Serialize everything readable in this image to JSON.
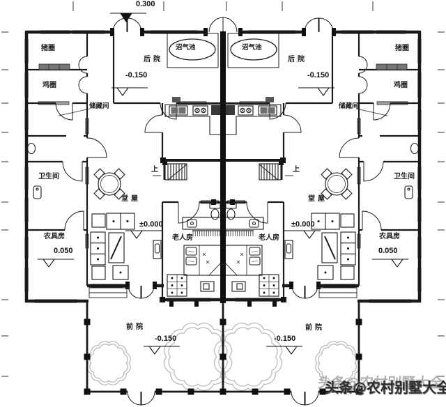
{
  "labels": {
    "pig_pen": "猪圈",
    "chicken_coop": "鸡圈",
    "storage_room": "储藏间",
    "back_yard": "后院",
    "biogas_pool": "沼气池",
    "bathroom": "卫生间",
    "farm_tool_room": "农具房",
    "main_hall": "堂屋",
    "elder_room": "老人房",
    "stairs_up": "上",
    "front_yard": "前院"
  },
  "elevations": {
    "entrance_top": "0.300",
    "back_yard": "-0.150",
    "main_hall": "±0.000",
    "farm_tool_room": "0.050",
    "front_yard": "-0.150"
  },
  "watermark": {
    "text": "头条@农村别墅大全"
  },
  "colors": {
    "line": "#1a1a1a",
    "window_fill": "#9a9a9a",
    "tree_line": "#b0b0b0",
    "watermark_dark": "#2d2d2d",
    "watermark_ghost": "#b0b0b0"
  }
}
